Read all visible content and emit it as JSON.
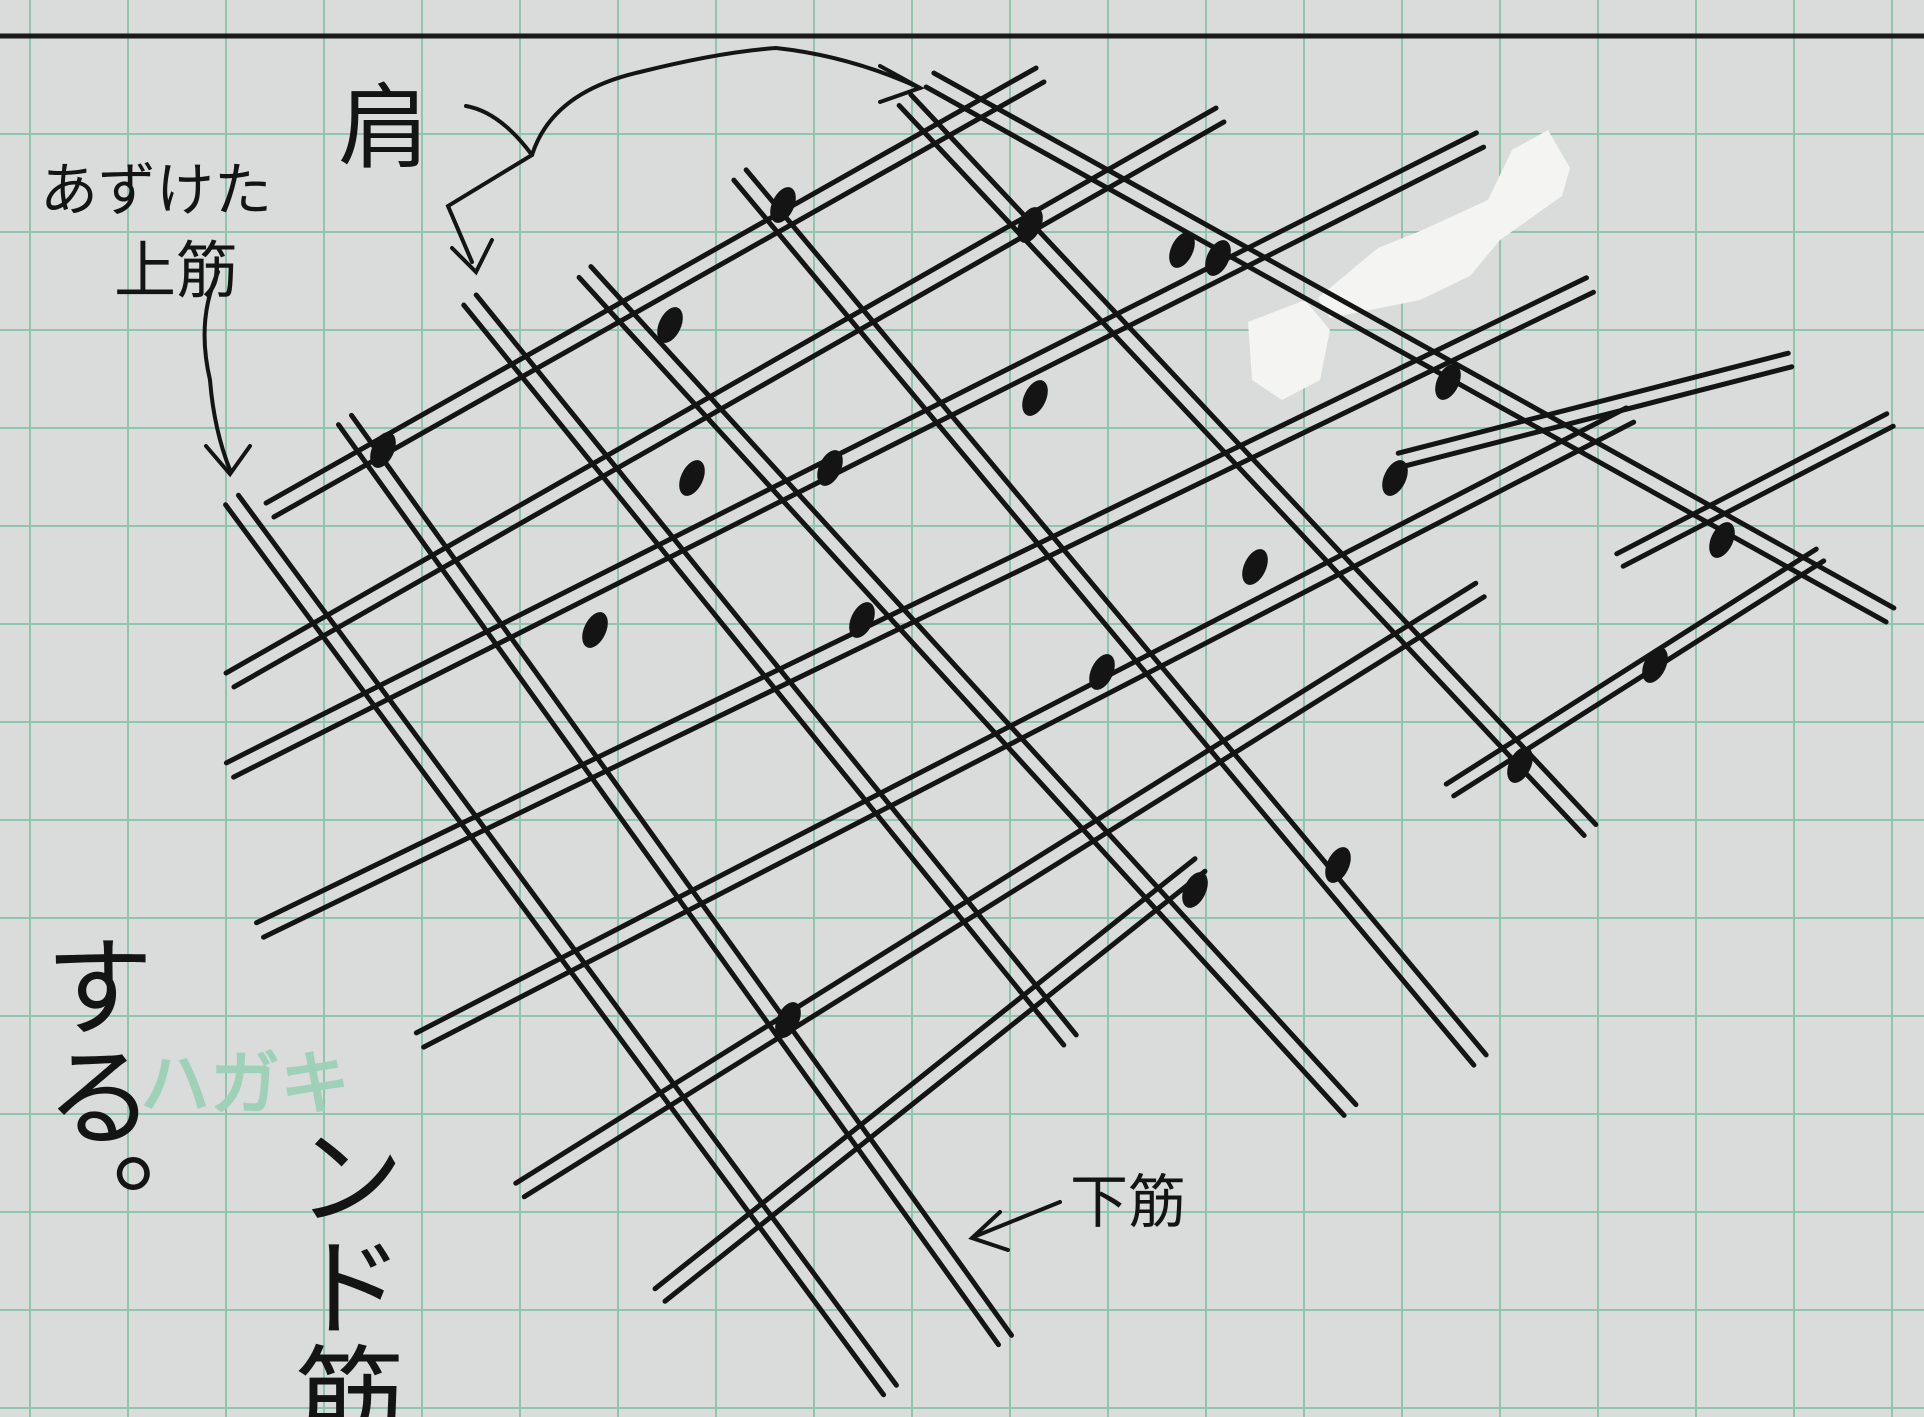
{
  "labels": {
    "shoulder": "肩",
    "raised_upper_bar_line1": "あずけた",
    "raised_upper_bar_line2": "上筋",
    "lower_bar": "下筋",
    "vertical_text_1": "する。",
    "vertical_text_2": "ンド筋",
    "printed_mark": "ハガキ"
  },
  "colors": {
    "paper": "#d9dcdb",
    "grid_line": "#8fc4ad",
    "grid_line_strong": "#7cb89f",
    "ink": "#141414",
    "printed_mark": "#9fd1b8",
    "correction_fluid": "#f4f4f2"
  }
}
